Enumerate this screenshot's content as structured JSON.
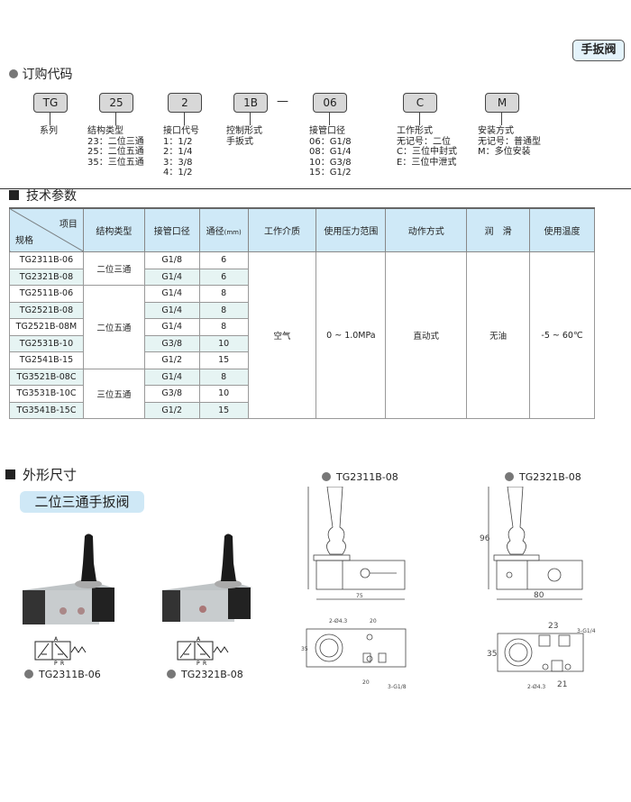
{
  "category_tag": "手扳阀",
  "order_code": {
    "title": "订购代码",
    "dash": "—",
    "boxes": [
      "TG",
      "25",
      "2",
      "1B",
      "06",
      "C",
      "M"
    ],
    "groups": [
      {
        "title": "系列",
        "lines": []
      },
      {
        "title": "结构类型",
        "lines": [
          "23：二位三通",
          "25：二位五通",
          "35：三位五通"
        ]
      },
      {
        "title": "接口代号",
        "lines": [
          "1：1/2",
          "2：1/4",
          "3：3/8",
          "4：1/2"
        ]
      },
      {
        "title": "控制形式",
        "lines": [
          "手扳式"
        ]
      },
      {
        "title": "接管口径",
        "lines": [
          "06：G1/8",
          "08：G1/4",
          "10：G3/8",
          "15：G1/2"
        ]
      },
      {
        "title": "工作形式",
        "lines": [
          "无记号：二位",
          "C：三位中封式",
          "E：三位中泄式"
        ]
      },
      {
        "title": "安装方式",
        "lines": [
          "无记号：普通型",
          "M：多位安装"
        ]
      }
    ]
  },
  "tech": {
    "title": "技术参数",
    "headers": {
      "item": "项目",
      "spec": "规格",
      "structure": "结构类型",
      "port": "接管口径",
      "bore": "通径",
      "bore_unit": "(mm)",
      "medium": "工作介质",
      "pressure": "使用压力范围",
      "action": "动作方式",
      "lube": "润　滑",
      "temp": "使用温度"
    },
    "rows": [
      {
        "model": "TG2311B-06",
        "port": "G1/8",
        "bore": "6"
      },
      {
        "model": "TG2321B-08",
        "port": "G1/4",
        "bore": "6"
      },
      {
        "model": "TG2511B-06",
        "port": "G1/4",
        "bore": "8"
      },
      {
        "model": "TG2521B-08",
        "port": "G1/4",
        "bore": "8"
      },
      {
        "model": "TG2521B-08M",
        "port": "G1/4",
        "bore": "8"
      },
      {
        "model": "TG2531B-10",
        "port": "G3/8",
        "bore": "10"
      },
      {
        "model": "TG2541B-15",
        "port": "G1/2",
        "bore": "15"
      },
      {
        "model": "TG3521B-08C",
        "port": "G1/4",
        "bore": "8"
      },
      {
        "model": "TG3531B-10C",
        "port": "G3/8",
        "bore": "10"
      },
      {
        "model": "TG3541B-15C",
        "port": "G1/2",
        "bore": "15"
      }
    ],
    "structures": [
      "二位三通",
      "二位五通",
      "三位五通"
    ],
    "medium": "空气",
    "pressure": "0 ~ 1.0MPa",
    "action": "直动式",
    "lube": "无油",
    "temp": "-5 ~ 60℃"
  },
  "dimensions": {
    "title": "外形尺寸",
    "badge": "二位三通手扳阀",
    "products": [
      {
        "caption": "TG2311B-06"
      },
      {
        "caption": "TG2321B-08"
      }
    ],
    "symbol": {
      "a": "A",
      "p": "P",
      "r": "R"
    },
    "drawings": [
      {
        "caption": "TG2311B-08",
        "width": "75",
        "holes": "2-Ø4.3",
        "pitch": "20",
        "ports": "3-G1/8",
        "depth": "35"
      },
      {
        "caption": "TG2321B-08",
        "height": "96",
        "width": "80",
        "pitch": "23",
        "ports": "3-G1/4",
        "depth": "35",
        "holes": "2-Ø4.3",
        "pitch2": "21"
      }
    ]
  }
}
